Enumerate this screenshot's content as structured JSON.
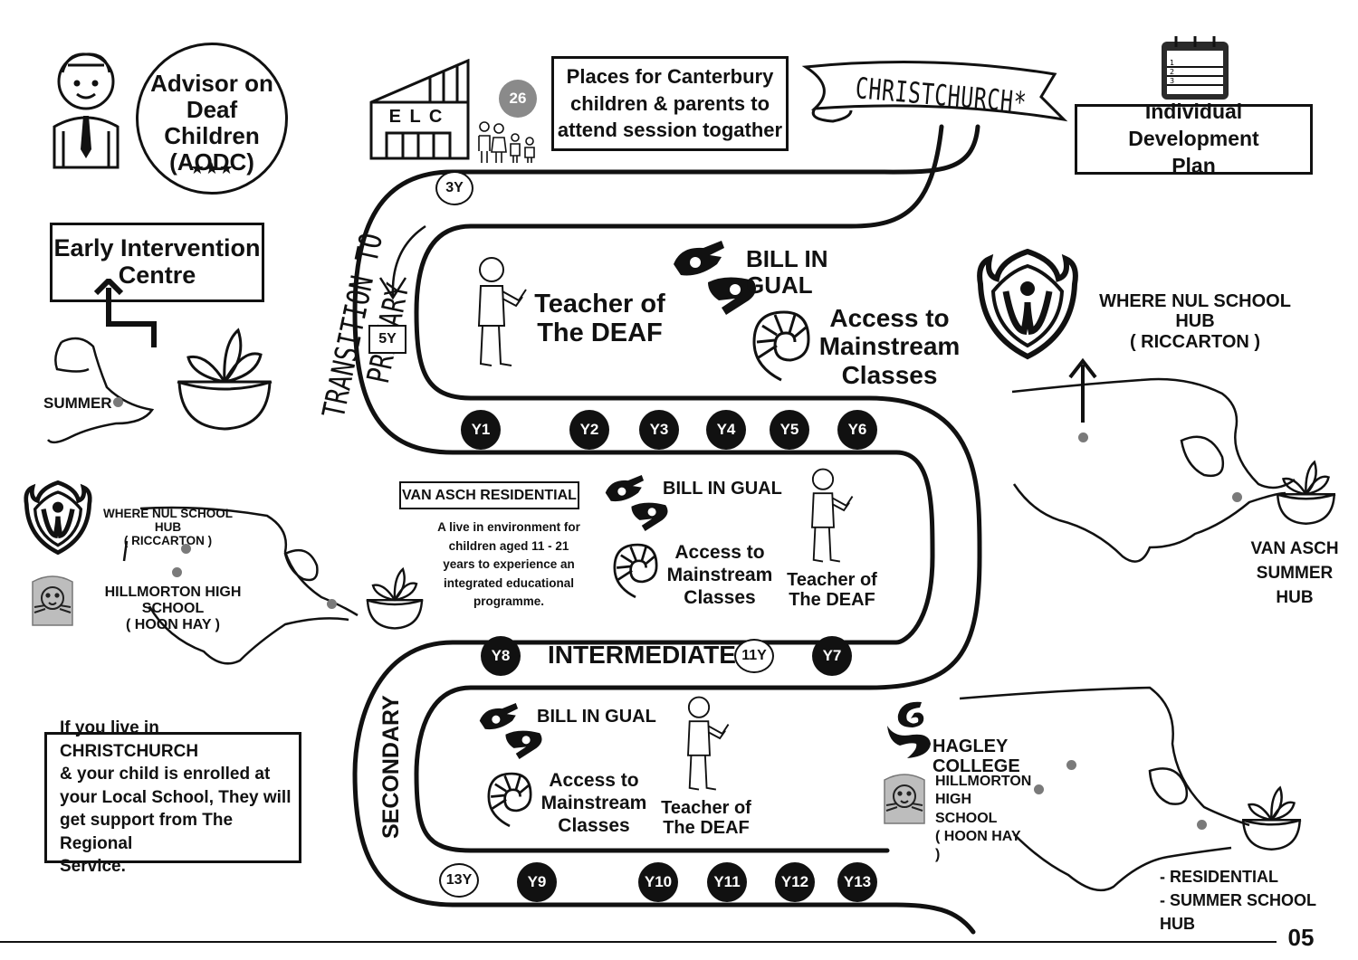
{
  "aodc": {
    "line1": "Advisor on",
    "line2": "Deaf Children",
    "line3": "(AODC)",
    "stars": "★★★"
  },
  "eic": {
    "line1": "Early Intervention",
    "line2": "Centre"
  },
  "summer_label": "SUMMER",
  "elc": {
    "label": "E L C",
    "count": "26"
  },
  "places": {
    "line1": "Places  for Canterbury",
    "line2": "children & parents to",
    "line3": "attend session togather"
  },
  "banner": "CHRISTCHURCH*",
  "idp": {
    "line1": "Individual Development",
    "line2": "Plan"
  },
  "transition_primary": "TRANSITION TO PRIMARY",
  "age_3y": "3Y",
  "age_5y": "5Y",
  "age_11y": "11Y",
  "age_13y": "13Y",
  "secondary": "SECONDARY",
  "intermediate": "INTERMEDIATE",
  "primary": {
    "teacher": {
      "line1": "Teacher of",
      "line2": "The DEAF"
    },
    "bilingual": "BILL IN GUAL",
    "access": {
      "line1": "Access to",
      "line2": "Mainstream",
      "line3": "Classes"
    },
    "years": [
      "Y1",
      "Y2",
      "Y3",
      "Y4",
      "Y5",
      "Y6"
    ]
  },
  "intermediate_section": {
    "van_asch_title": "VAN ASCH RESIDENTIAL",
    "van_asch_desc": {
      "line1": "A live in environment for",
      "line2": "children aged 11 - 21",
      "line3": "years to experience an",
      "line4": "integrated educational",
      "line5": "programme."
    },
    "bilingual": "BILL IN GUAL",
    "access": {
      "line1": "Access to",
      "line2": "Mainstream",
      "line3": "Classes"
    },
    "teacher": {
      "line1": "Teacher of",
      "line2": "The DEAF"
    },
    "years": [
      "Y8",
      "Y7"
    ]
  },
  "secondary_section": {
    "bilingual": "BILL IN GUAL",
    "access": {
      "line1": "Access to",
      "line2": "Mainstream",
      "line3": "Classes"
    },
    "teacher": {
      "line1": "Teacher of",
      "line2": "The DEAF"
    },
    "years": [
      "Y9",
      "Y10",
      "Y11",
      "Y12",
      "Y13"
    ]
  },
  "right_hub": {
    "line1": "WHERE NUL SCHOOL HUB",
    "line2": "( RICCARTON )"
  },
  "van_asch_summer": {
    "line1": "VAN ASCH",
    "line2": "SUMMER",
    "line3": "HUB"
  },
  "left_hub": {
    "line1": "WHERE NUL SCHOOL HUB",
    "line2": "( RICCARTON )"
  },
  "left_hillmorton": {
    "line1": "HILLMORTON HIGH SCHOOL",
    "line2": "( HOON HAY )"
  },
  "hagley": "HAGLEY COLLEGE",
  "bottom_hillmorton": {
    "line1": "HILLMORTON",
    "line2": "HIGH SCHOOL",
    "line3": "( HOON HAY )"
  },
  "residential": {
    "line1": "- RESIDENTIAL",
    "line2": "- SUMMER SCHOOL HUB"
  },
  "christchurch_note": {
    "line1": "If you live in CHRISTCHURCH",
    "line2": "& your child is enrolled at",
    "line3": "your Local School, They will",
    "line4": "get support from The Regional",
    "line5": "Service."
  },
  "page_number": "05"
}
